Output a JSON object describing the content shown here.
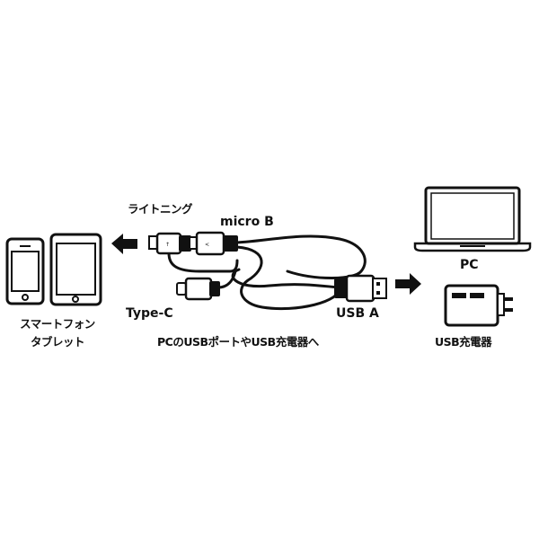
{
  "labels": {
    "lightning": "ライトニング",
    "micro_b": "micro B",
    "type_c": "Type-C",
    "usb_a": "USB A",
    "pc": "PC",
    "smartphone": "スマートフォン",
    "tablet": "タブレット",
    "caption": "PCのUSBポートやUSB充電器へ",
    "usb_charger": "USB充電器"
  },
  "icons": [
    "smartphone-icon",
    "tablet-icon",
    "laptop-icon",
    "usb-charger-icon",
    "arrow-left-icon",
    "arrow-right-icon",
    "cable-icon"
  ]
}
